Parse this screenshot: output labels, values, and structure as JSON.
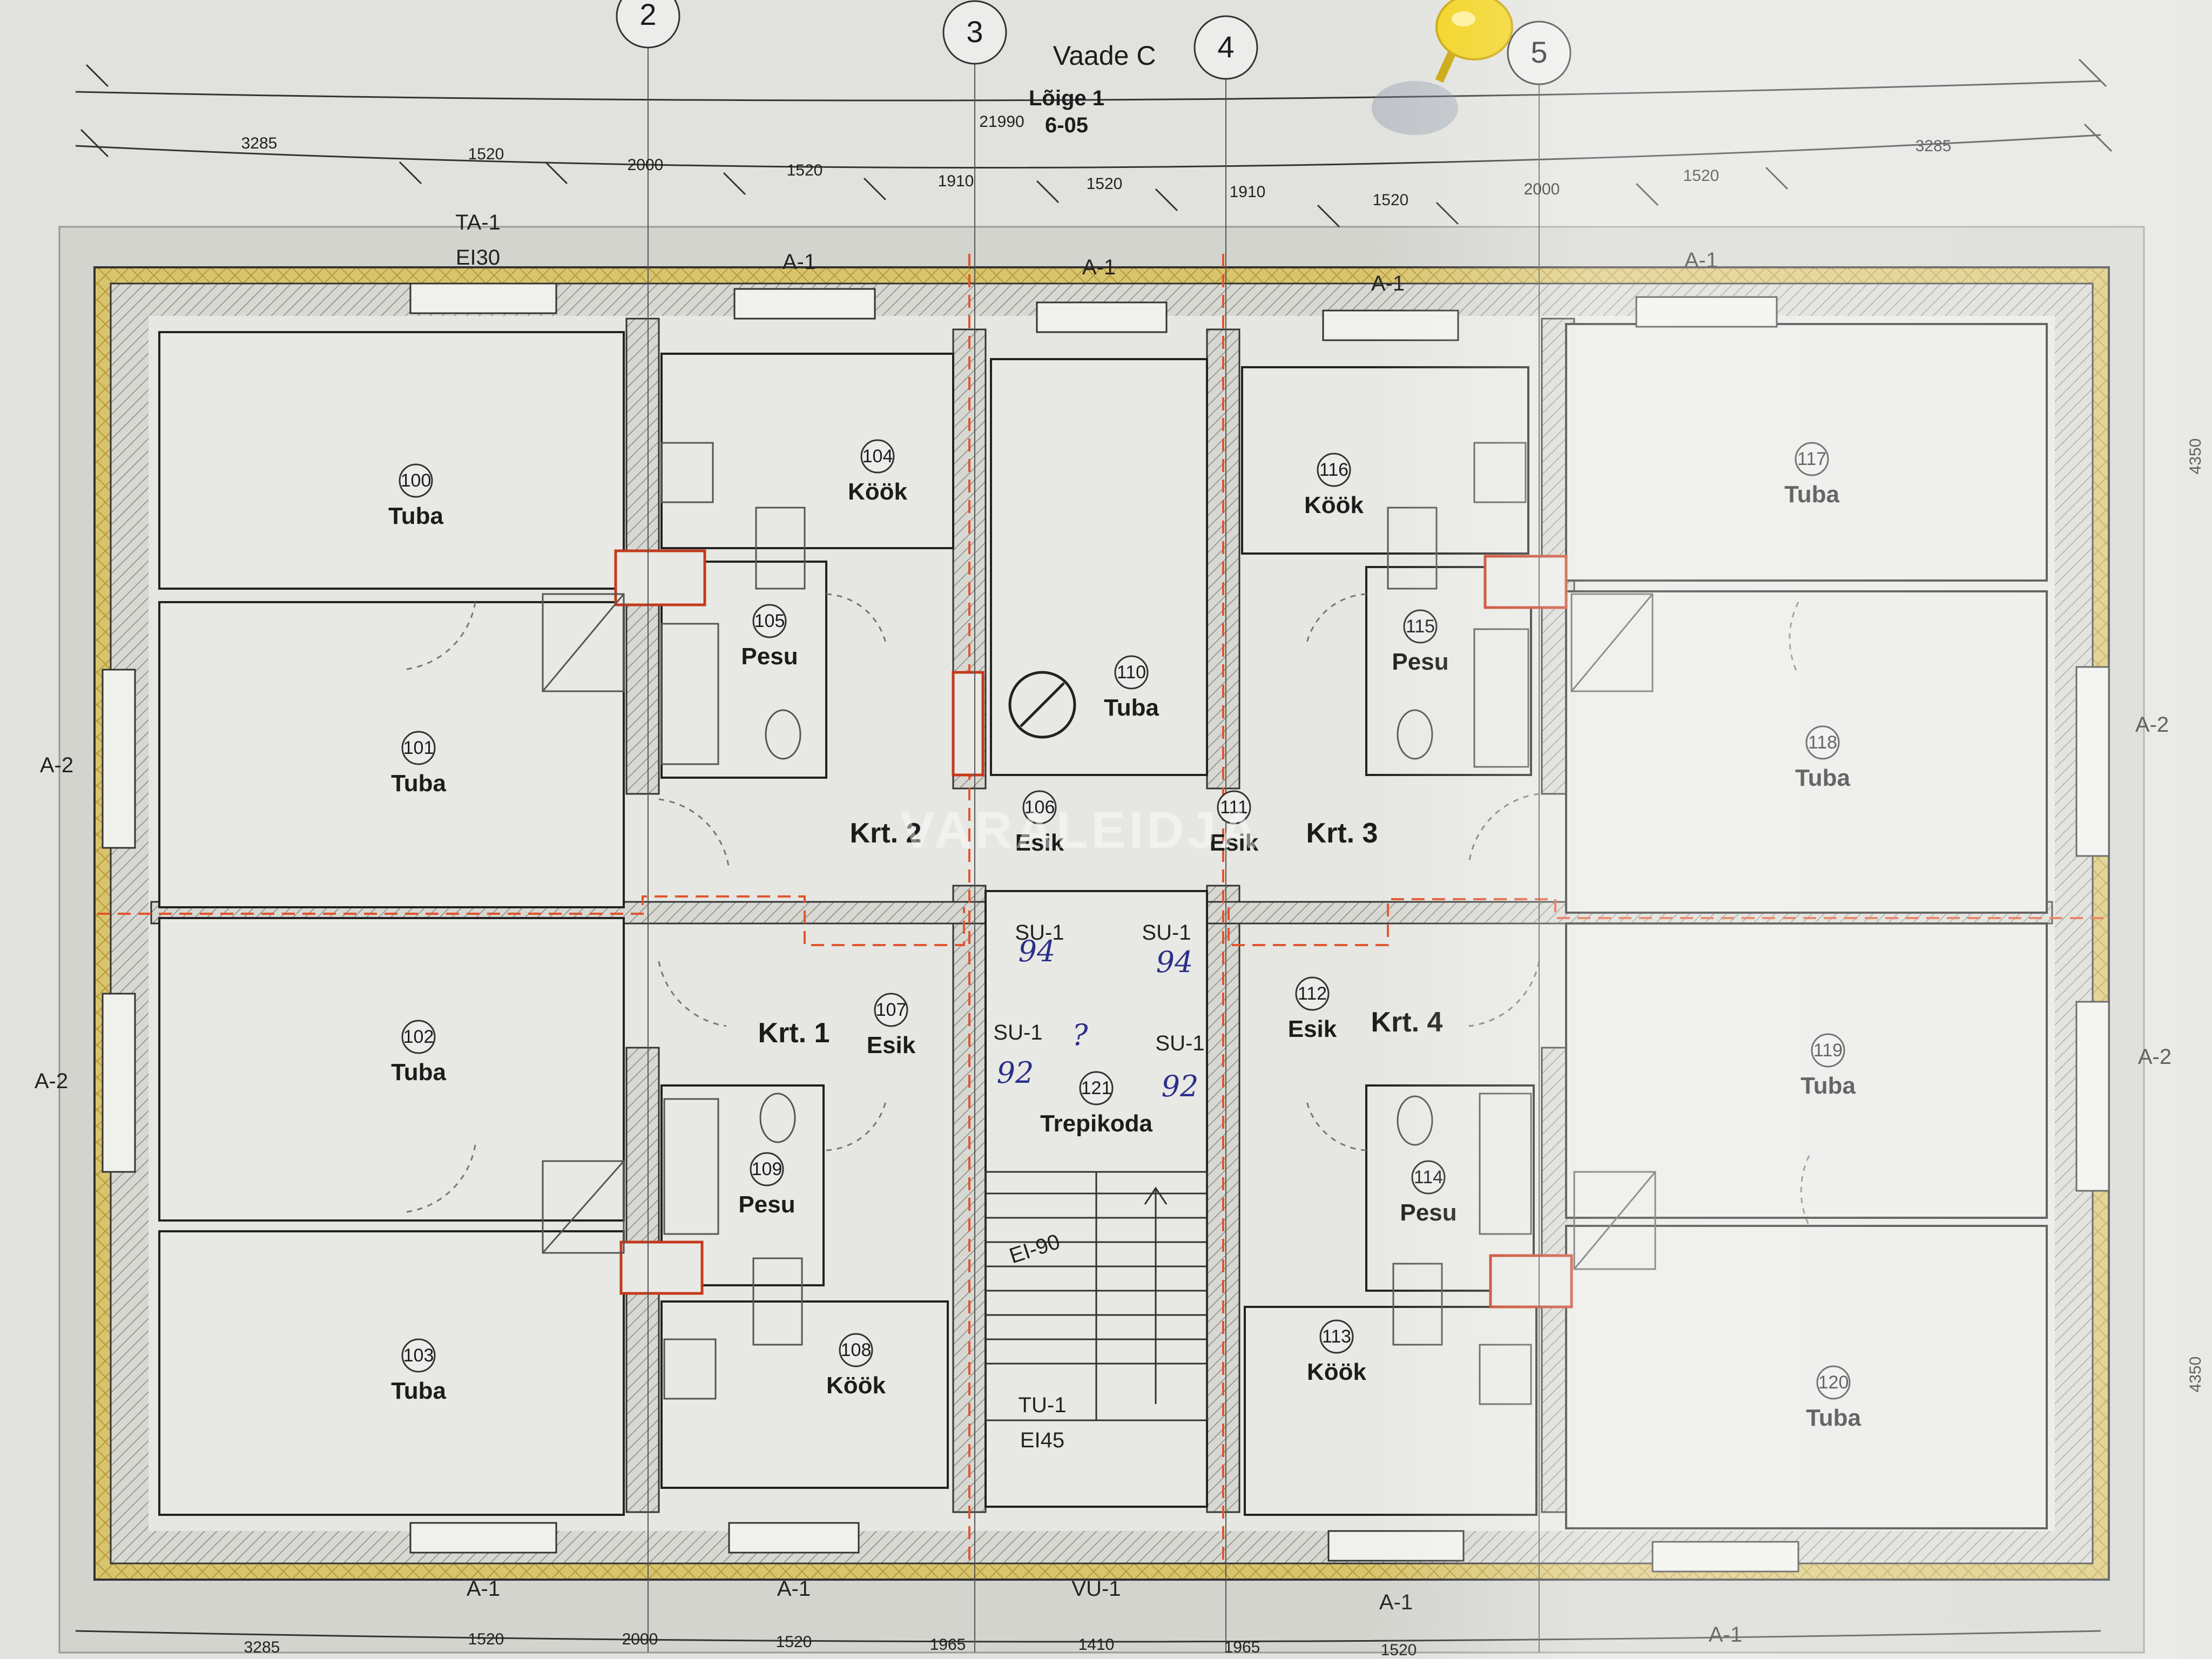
{
  "view_title": "Vaade C",
  "section_label": "Lõige 1",
  "section_ref": "6-05",
  "overall_dimension": "21990",
  "grid_axes": [
    "2",
    "3",
    "4",
    "5"
  ],
  "top_dimensions": [
    "3285",
    "1520",
    "2000",
    "1520",
    "1910",
    "1520",
    "1910",
    "1520",
    "2000",
    "1520",
    "3285"
  ],
  "bottom_dimensions": [
    "3285",
    "1520",
    "2000",
    "1520",
    "1965",
    "1410",
    "1965",
    "1520"
  ],
  "side_dimensions": [
    "4350",
    "4350"
  ],
  "door_tags": {
    "ta1": "TA-1",
    "ta1_rating": "EI30",
    "tu1": "TU-1",
    "tu1_rating": "EI45",
    "vu1": "VU-1",
    "stair_rating": "EI-90"
  },
  "window_tags": [
    "A-1",
    "A-1",
    "A-1",
    "A-1",
    "A-1",
    "A-1",
    "A-1",
    "A-1",
    "A-2",
    "A-2",
    "A-2",
    "A-2"
  ],
  "su_tags": [
    "SU-1",
    "SU-1",
    "SU-1",
    "SU-1"
  ],
  "handwritten": [
    "94",
    "94",
    "92",
    "?",
    "92"
  ],
  "apartments": [
    "Krt. 1",
    "Krt. 2",
    "Krt. 3",
    "Krt. 4"
  ],
  "rooms": [
    {
      "num": "100",
      "name": "Tuba"
    },
    {
      "num": "101",
      "name": "Tuba"
    },
    {
      "num": "102",
      "name": "Tuba"
    },
    {
      "num": "103",
      "name": "Tuba"
    },
    {
      "num": "104",
      "name": "Köök"
    },
    {
      "num": "105",
      "name": "Pesu"
    },
    {
      "num": "106",
      "name": "Esik"
    },
    {
      "num": "107",
      "name": "Esik"
    },
    {
      "num": "108",
      "name": "Köök"
    },
    {
      "num": "109",
      "name": "Pesu"
    },
    {
      "num": "110",
      "name": "Tuba"
    },
    {
      "num": "111",
      "name": "Esik"
    },
    {
      "num": "112",
      "name": "Esik"
    },
    {
      "num": "113",
      "name": "Köök"
    },
    {
      "num": "114",
      "name": "Pesu"
    },
    {
      "num": "115",
      "name": "Pesu"
    },
    {
      "num": "116",
      "name": "Köök"
    },
    {
      "num": "117",
      "name": "Tuba"
    },
    {
      "num": "118",
      "name": "Tuba"
    },
    {
      "num": "119",
      "name": "Tuba"
    },
    {
      "num": "120",
      "name": "Tuba"
    },
    {
      "num": "121",
      "name": "Trepikoda"
    }
  ],
  "watermark": "VARALEIDJA",
  "colors": {
    "paper": "#e3e4df",
    "insulation": "#d4c06a",
    "fire_line": "#e0552f",
    "pushpin": "#f2d21a",
    "ink": "#1c1c1c"
  }
}
